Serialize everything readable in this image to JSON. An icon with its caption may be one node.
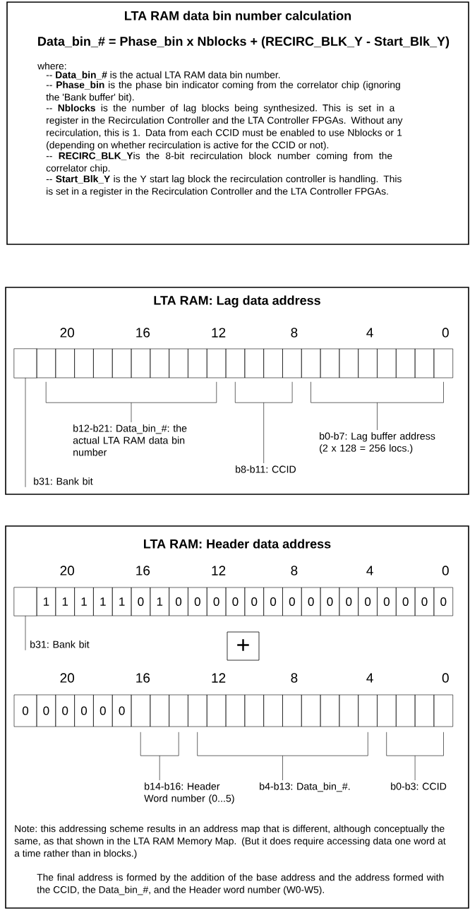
{
  "diagram": {
    "nodes": [
      {
        "text": [
          "LTA RAM data bin number calculation",
          "Data_bin_# = Phase_bin x Nblocks + (RECIRC_BLK_Y - Start_Blk_Y)",
          "where:",
          "-- **Data_bin_#** is the actual LTA RAM data bin number.",
          "-- **Phase_bin** is the phase bin indicator coming from the correlator chip (ignoring the 'Bank buffer' bit).",
          "-- **Nblocks** is the number of lag blocks being synthesized. This is set in a register in the Recirculation Controller and the LTA Controller FPGAs. Without any recirculation, this is 1. Data from each CCID must be enabled to use Nblocks or 1 (depending on whether recirculation is active for the CCID or not).",
          "-- **RECIRC_BLK_Y**is the 8-bit recirculation block number coming from the correlator chip.",
          "-- **Start_Blk_Y** is the Y start lag block the recirculation controller is handling. This is set in a register in the Recirculation Controller and the LTA Controller FPGAs."
        ]
      },
      {
        "text": [
          "LTA RAM: Lag data address"
        ]
      },
      {
        "text": [],
        "shape": "box",
        "in": 1
      },
      {
        "text": [],
        "shape": "bracket",
        "in": 1
      },
      {
        "text": [],
        "shape": "bracket",
        "in": 1
      },
      {
        "text": [],
        "shape": "bracket",
        "in": 1
      },
      {
        "text": [
          "b12-b21: Data_bin_#: the actual LTA RAM data bin number"
        ],
        "in": 1
      },
      {
        "text": [
          "b0-b7: Lag buffer address (2 x 128 = 256 locs.)"
        ],
        "in": 1
      },
      {
        "text": [
          "b8-b11: CCID"
        ],
        "in": 1
      },
      {
        "text": [
          "b31: Bank bit"
        ],
        "in": 1
      },
      {
        "text": [
          "LTA RAM: Header data address",
          "Note: this addressing scheme results in an address map that is different, although conceptually the same, as that shown in the LTA RAM Memory Map. (But it does require accessing data one word at a time rather than in blocks.)",
          "The final address is formed by the addition of the base address and the address formed with the CCID, the Data_bin_#, and the Header word number (W0-W5)."
        ]
      },
      {
        "text": [],
        "shape": "box",
        "in": 10
      },
      {
        "text": [
          "b31: Bank bit"
        ],
        "in": 10
      },
      {
        "text": [
          "+"
        ],
        "in": 10
      },
      {
        "text": [],
        "shape": "bracket",
        "in": 10
      },
      {
        "text": [],
        "shape": "bracket",
        "in": 10
      },
      {
        "text": [],
        "shape": "bracket",
        "in": 10
      },
      {
        "text": [
          "b14-b16: Header Word number (0...5)"
        ],
        "in": 10
      },
      {
        "text": [
          "b4-b13: Data_bin_#."
        ],
        "in": 10
      },
      {
        "text": [
          "b0-b3: CCID"
        ],
        "in": 10
      }
    ],
    "edges": [
      {
        "from": 6,
        "to": 3,
        "arrow": "none"
      },
      {
        "from": 7,
        "to": 5,
        "arrow": "none"
      },
      {
        "from": 8,
        "to": 4,
        "arrow": "none"
      },
      {
        "from": 9,
        "to": 2,
        "arrow": "none"
      },
      {
        "from": 12,
        "to": 11,
        "arrow": "none"
      },
      {
        "from": 17,
        "to": 14,
        "arrow": "none"
      },
      {
        "from": 18,
        "to": 15,
        "arrow": "none"
      },
      {
        "from": 19,
        "to": 16,
        "arrow": "none"
      }
    ],
    "labels": [
      "20",
      "16",
      "12",
      "8",
      "4",
      "0",
      "20",
      "16",
      "12",
      "8",
      "4",
      "0",
      "1",
      "1",
      "1",
      "1",
      "1",
      "0",
      "1",
      "0",
      "0",
      "0",
      "0",
      "0",
      "0",
      "0",
      "0",
      "0",
      "0",
      "0",
      "0",
      "0",
      "0",
      "0",
      "20",
      "16",
      "12",
      "8",
      "4",
      "0",
      "0",
      "0",
      "0",
      "0",
      "0",
      "0"
    ]
  }
}
